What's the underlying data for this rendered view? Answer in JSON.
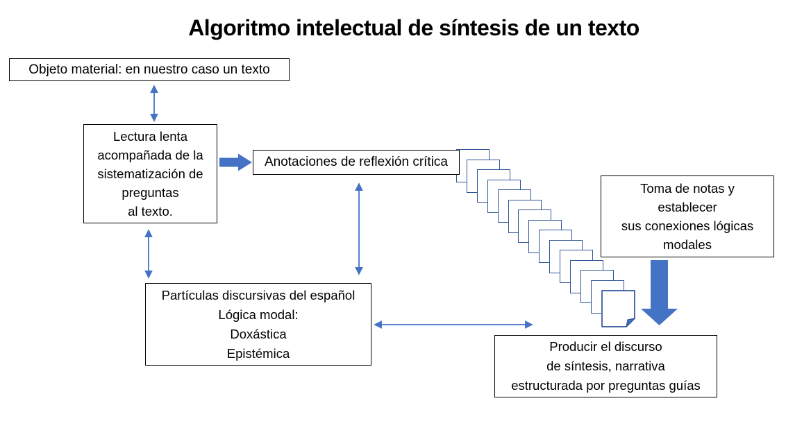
{
  "title": "Algoritmo intelectual de síntesis de un texto",
  "colors": {
    "accent_blue": "#4472C4",
    "page_border_blue": "#2F5496",
    "box_border_black": "#000000",
    "background": "#FFFFFF"
  },
  "boxes": {
    "objeto_material": {
      "text": "Objeto material: en nuestro caso un texto"
    },
    "lectura_lenta": {
      "lines": [
        "Lectura lenta",
        "acompañada de la",
        "sistematización de",
        "preguntas",
        "al texto."
      ]
    },
    "anotaciones": {
      "text": "Anotaciones de reflexión crítica"
    },
    "toma_de_notas": {
      "lines": [
        "Toma de notas y",
        "establecer",
        "sus conexiones lógicas",
        "modales"
      ]
    },
    "particulas": {
      "lines": [
        "Partículas discursivas del español",
        "Lógica modal:",
        "Doxástica",
        "Epistémica"
      ]
    },
    "producir": {
      "lines": [
        "Producir el discurso",
        "de síntesis, narrativa",
        "estructurada por preguntas guías"
      ]
    }
  },
  "cascade": {
    "page_count": 15,
    "style": "stacked-pages-last-with-folded-corner"
  }
}
